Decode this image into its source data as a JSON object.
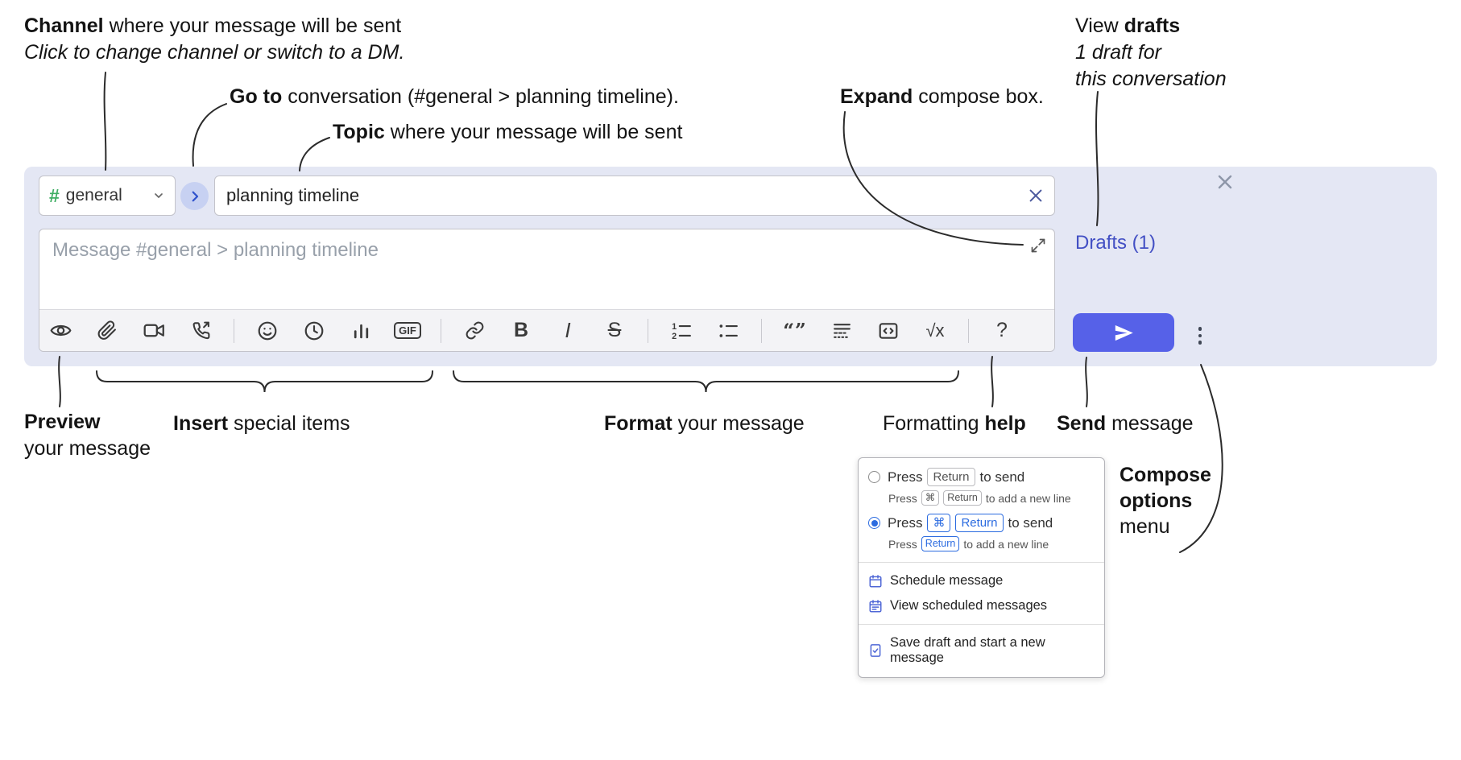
{
  "annotations": {
    "channel_bold": "Channel",
    "channel_rest": " where your message will be sent",
    "channel_sub": "Click to change channel or switch to a DM.",
    "goto_bold": "Go to",
    "goto_rest": " conversation (#general > planning timeline).",
    "topic_bold": "Topic",
    "topic_rest": " where your message will be sent",
    "expand_bold": "Expand",
    "expand_rest": " compose box.",
    "drafts_pre": "View ",
    "drafts_bold": "drafts",
    "drafts_line2": "1 draft for",
    "drafts_line3": "this conversation",
    "preview_bold": "Preview",
    "preview_rest": "your message",
    "insert_bold": "Insert",
    "insert_rest": " special items",
    "format_bold": "Format",
    "format_rest": " your message",
    "help_pre": "Formatting ",
    "help_bold": "help",
    "send_bold": "Send",
    "send_rest": " message",
    "compose_bold1": "Compose",
    "compose_bold2": "options",
    "compose_rest": "menu"
  },
  "compose": {
    "channel_hash": "#",
    "channel_name": "general",
    "topic_value": "planning timeline",
    "message_placeholder": "Message #general > planning timeline",
    "drafts_link": "Drafts (1)"
  },
  "toolbar": {
    "gif_label": "GIF",
    "bold_label": "B",
    "italic_label": "I",
    "strike_label": "S",
    "quote_label": "“”",
    "math_label": "√x",
    "help_label": "?"
  },
  "popup": {
    "opt1_press": "Press",
    "opt1_key": "Return",
    "opt1_tosend": "to send",
    "opt1_sub_press": "Press",
    "opt1_sub_key1": "⌘",
    "opt1_sub_key2": "Return",
    "opt1_sub_rest": "to add a new line",
    "opt2_press": "Press",
    "opt2_key1": "⌘",
    "opt2_key2": "Return",
    "opt2_tosend": "to send",
    "opt2_sub_press": "Press",
    "opt2_sub_key": "Return",
    "opt2_sub_rest": "to add a new line",
    "item_schedule": "Schedule message",
    "item_view_scheduled": "View scheduled messages",
    "item_save_draft": "Save draft and start a new message"
  },
  "icons": {
    "toolbar": [
      "eye-preview",
      "paperclip-attach",
      "video-call",
      "audio-call",
      "smiley-emoji",
      "clock-time",
      "bar-chart-poll",
      "gif",
      "link",
      "bold",
      "italic",
      "strikethrough",
      "numbered-list",
      "bulleted-list",
      "quote",
      "spoiler",
      "code",
      "math",
      "question-help"
    ],
    "other": [
      "chevron-down",
      "chevron-right-goto",
      "clear-x",
      "expand-diagonal",
      "paper-plane-send",
      "ellipsis-vertical",
      "close-x",
      "calendar",
      "save-draft-file"
    ]
  },
  "colors": {
    "panel_background": "#e4e7f4",
    "send_button": "#5661e8",
    "drafts_link": "#4350c4",
    "channel_hash_green": "#3fae63",
    "popup_accent_blue": "#2b6be0",
    "annotation_text": "#141414"
  }
}
